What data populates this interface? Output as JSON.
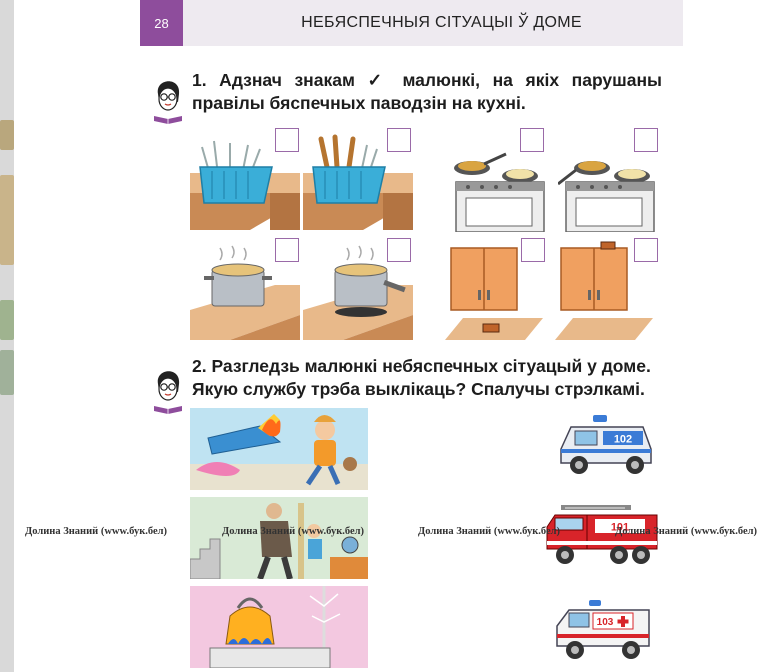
{
  "header": {
    "page_number": "28",
    "title": "НЕБЯСПЕЧНЫЯ СІТУАЦЫІ Ў ДОМЕ",
    "accent_color": "#8e4d9c",
    "band_color": "#eeeaf0"
  },
  "task1": {
    "line1": "1. Адзнач знакам ✓ малюнкі, на якіх парушаны",
    "line2": "правілы бяспечных паводзін на кухні.",
    "pictures": [
      {
        "icon": "cutlery-holder-icon"
      },
      {
        "icon": "cutlery-knives-holder-icon"
      },
      {
        "icon": "stove-pans-icon"
      },
      {
        "icon": "stove-pans-handle-out-icon"
      },
      {
        "icon": "pot-on-counter-icon"
      },
      {
        "icon": "pot-handle-out-icon"
      },
      {
        "icon": "cupboard-matches-icon"
      },
      {
        "icon": "cupboard-matches-on-top-icon"
      }
    ]
  },
  "task2": {
    "line1": "2. Разгледзь малюнкі небяспечных сітуацый у доме.",
    "line2": "Якую службу трэба выклікаць? Спалучы стрэлкамі.",
    "situations": [
      {
        "icon": "iron-fire-icon"
      },
      {
        "icon": "burglar-door-icon"
      },
      {
        "icon": "kettle-gas-icon"
      }
    ],
    "services": [
      {
        "icon": "police-car-icon",
        "number": "102"
      },
      {
        "icon": "fire-truck-icon",
        "number": "101"
      },
      {
        "icon": "ambulance-icon",
        "number": "103"
      }
    ]
  },
  "watermark": {
    "text": "Долина Знаний (www.бук.бел)"
  }
}
